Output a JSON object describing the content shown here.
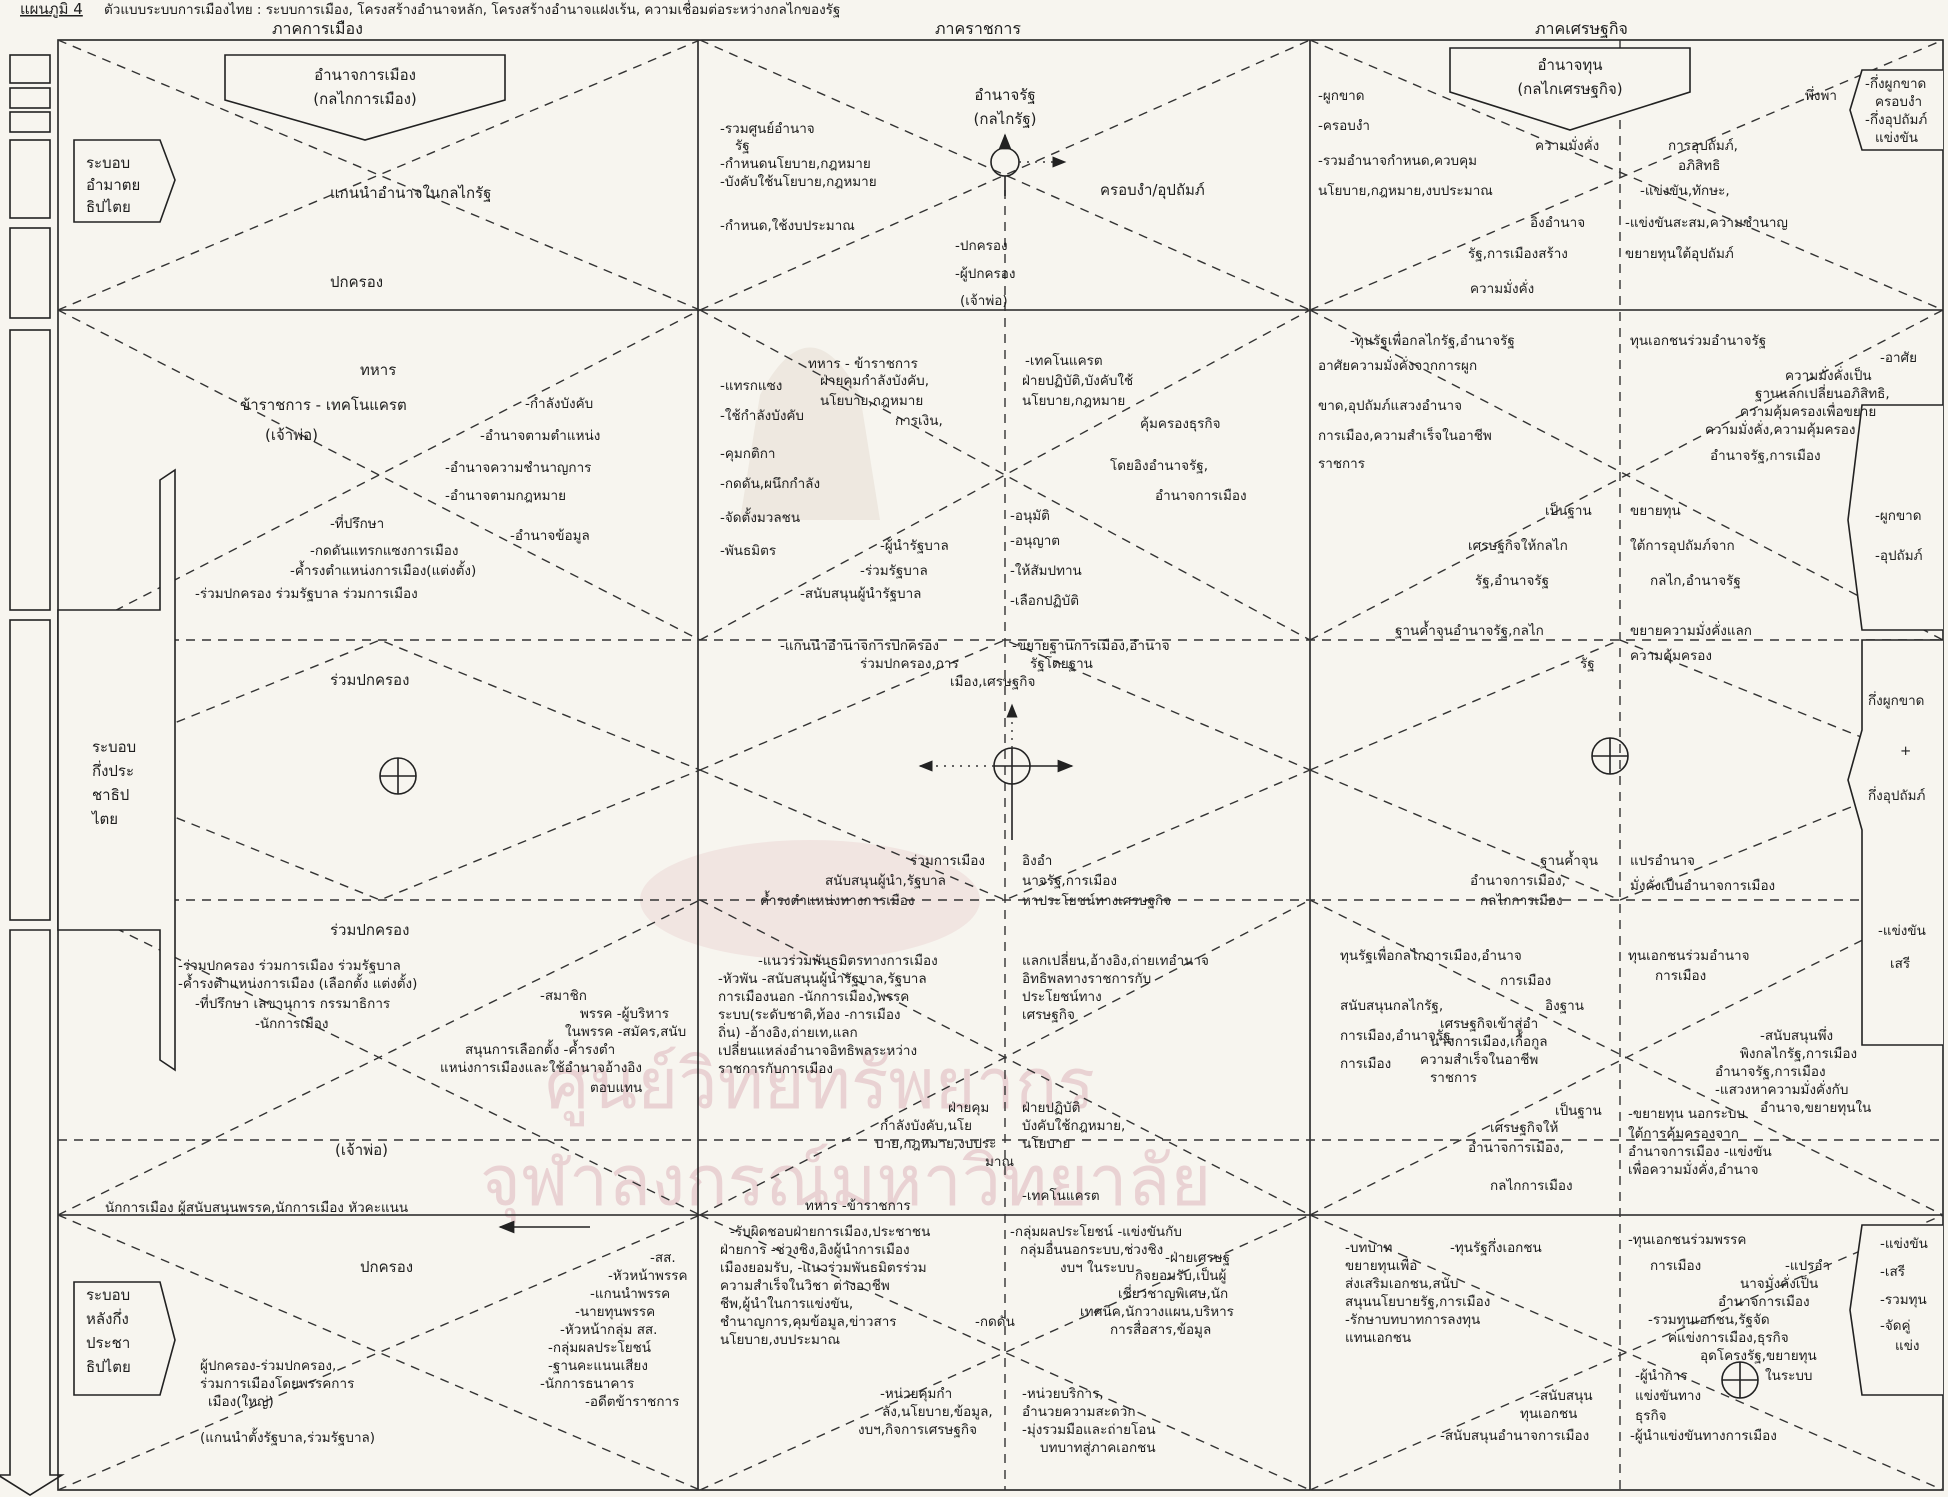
{
  "title_prefix": "แผนภูมิ 4",
  "title_text": "ตัวแบบระบบการเมืองไทย : ระบบการเมือง, โครงสร้างอำนาจหลัก, โครงสร้างอำนาจแฝงเร้น, ความเชื่อมต่อระหว่างกลไกของรัฐ",
  "headers": {
    "politics": "ภาคการเมือง",
    "bureaucracy": "ภาคราชการ",
    "economy": "ภาคเศรษฐกิจ"
  },
  "power_boxes": {
    "political_1": "อำนาจการเมือง",
    "political_2": "(กลไกการเมือง)",
    "state_1": "อำนาจรัฐ",
    "state_2": "(กลไกรัฐ)",
    "capital_1": "อำนาจทุน",
    "capital_2": "(กลไกเศรษฐกิจ)"
  },
  "systems": {
    "authoritarian": [
      "ระบอบ",
      "อำมาตย",
      "ธิปไตย"
    ],
    "semi": [
      "ระบอบ",
      "กึ่งประ",
      "ชาธิป",
      "ไตย"
    ],
    "post": [
      "ระบอบ",
      "หลังกึ่ง",
      "ประชา",
      "ธิปไตย"
    ]
  },
  "r1": {
    "lead": "แกนนำอำนาจในกลไกรัฐ",
    "govern": "ปกครอง",
    "centr": [
      "-รวมศูนย์อำนาจ",
      "รัฐ",
      "-กำหนดนโยบาย,กฎหมาย",
      "-บังคับใช้นโยบาย,กฎหมาย",
      "-กำหนด,ใช้งบประมาณ"
    ],
    "dominate": "ครอบงำ/อุปถัมภ์",
    "ruler": [
      "-ปกครอง",
      "-ผู้ปกครอง",
      "(เจ้าพ่อ)"
    ],
    "econ_left": [
      "-ผูกขาด",
      "-ครอบงำ",
      "-รวมอำนาจกำหนด,ควบคุม",
      "นโยบาย,กฎหมาย,งบประมาณ",
      "อิงอำนาจ",
      "รัฐ,การเมืองสร้าง",
      "ความมั่งคั่ง"
    ],
    "econ_mid": [
      "ความมั่งคั่ง",
      "การอุปถัมภ์,",
      "อภิสิทธิ",
      "-แข่งขัน,ทักษะ,",
      "-แข่งขันสะสม,ความชำนาญ",
      "ขยายทุนใต้อุปถัมภ์"
    ],
    "econ_right": [
      "พึ่งพา",
      "-กึ่งผูกขาด",
      "ครอบงำ",
      "-กึ่งอุปถัมภ์",
      "แข่งขัน"
    ]
  },
  "r2": {
    "left": [
      "ทหาร",
      "ข้าราชการ   -   เทคโนแครต",
      "(เจ้าพ่อ)",
      "-กำลังบังคับ",
      "-อำนาจตามตำแหน่ง",
      "-อำนาจความชำนาญการ",
      "-อำนาจตามกฎหมาย",
      "-ที่ปรึกษา",
      "-อำนาจข้อมูล",
      "-กดดันแทรกแซงการเมือง",
      "-ค้ำรงตำแหน่งการเมือง(แต่งตั้ง)",
      "-ร่วมปกครอง ร่วมรัฐบาล ร่วมการเมือง"
    ],
    "mid_left": [
      "ทหาร - ข้าราชการ",
      "-แทรกแซง",
      "ฝ่ายคุมกำลังบังคับ,",
      "นโยบาย,กฎหมาย",
      "-ใช้กำลังบังคับ",
      "การเงิน,",
      "-คุมกติกา",
      "-กดดัน,ผนึกกำลัง",
      "-จัดตั้งมวลชน",
      "-พันธมิตร",
      "-ผู้นำรัฐบาล",
      "-ร่วมรัฐบาล",
      "-สนับสนุนผู้นำรัฐบาล"
    ],
    "mid_right": [
      "-เทคโนแครต",
      "ฝ่ายปฏิบัติ,บังคับใช้",
      "นโยบาย,กฎหมาย",
      "คุ้มครองธุรกิจ",
      "โดยอิงอำนาจรัฐ,",
      "อำนาจการเมือง",
      "-อนุมัติ",
      "-อนุญาต",
      "-ให้สัมปทาน",
      "-เลือกปฏิบัติ"
    ],
    "econ_left": [
      "-ทุนรัฐเพื่อกลไกรัฐ,อำนาจรัฐ",
      "อาศัยความมั่งคั่งจากการผูก",
      "ขาด,อุปถัมภ์แสวงอำนาจ",
      "การเมือง,ความสำเร็จในอาชีพ",
      "ราชการ",
      "เป็นฐาน",
      "เศรษฐกิจให้กลไก",
      "รัฐ,อำนาจรัฐ"
    ],
    "econ_mid": [
      "ทุนเอกชนร่วมอำนาจรัฐ",
      "ขยายทุน",
      "ใต้การอุปถัมภ์จาก",
      "กลไก,อำนาจรัฐ"
    ],
    "econ_right": [
      "-อาศัย",
      "ความมั่งคั่งเป็น",
      "ฐานแลกเปลี่ยนอภิสิทธิ,",
      "ความคุ้มครองเพื่อขยาย",
      "ความมั่งคั่ง,ความคุ้มครอง",
      "อำนาจรัฐ,การเมือง",
      "-ผูกขาด",
      "-อุปถัมภ์"
    ]
  },
  "r3": {
    "co_govern": "ร่วมปกครอง",
    "mid_top": [
      "-แกนนำอำนาจการปกครอง",
      "ร่วมปกครอง,การ",
      "เมือง,เศรษฐกิจ",
      "-ขยายฐานการเมือง,อำนาจ",
      "รัฐโดยฐาน"
    ],
    "econ_top": [
      "ฐานค้ำจุนอำนาจรัฐ,กลไก",
      "รัฐ",
      "ขยายความมั่งคั่งแลก",
      "ความคุ้มครอง"
    ],
    "semi_monopoly": "กึ่งผูกขาด",
    "plus": "+",
    "semi_patron": "กึ่งอุปถัมภ์",
    "mid_bottom": [
      "ร่วมการเมือง",
      "สนับสนุนผู้นำ,รัฐบาล",
      "ค้ำรงตำแหน่งทางการเมือง",
      "อิงอำ",
      "นาจรัฐ,การเมือง",
      "หาประโยชน์ทางเศรษฐกิจ"
    ],
    "econ_bottom": [
      "ฐานค้ำจุน",
      "อำนาจการเมือง,",
      "กลไกการเมือง",
      "แปรอำนาจ",
      "มั่งคั่งเป็นอำนาจการเมือง"
    ]
  },
  "r4": {
    "co_govern": "ร่วมปกครอง",
    "left": [
      "-ร่วมปกครอง  ร่วมการเมือง  ร่วมรัฐบาล",
      "-ค้ำรงตำแหน่งการเมือง (เลือกตั้ง แต่งตั้ง)",
      "-ที่ปรึกษา เลขานุการ กรรมาธิการ",
      "-นักการเมือง",
      "-สมาชิก",
      "พรรค -ผู้บริหาร",
      "ในพรรค -สมัคร,สนับ",
      "สนุนการเลือกตั้ง -ค้ำรงตำ",
      "แหน่งการเมืองและใช้อำนาจอ้างอิง",
      "ตอบแทน",
      "(เจ้าพ่อ)"
    ],
    "mid_left": [
      "-แนวร่วมพันธมิตรทางการเมือง",
      "-หัวพัน  -สนับสนุนผู้นำรัฐบาล,รัฐบาล",
      "การเมืองนอก  -นักการเมือง,พรรค",
      "ระบบ(ระดับชาติ,ท้อง  -การเมือง",
      "ถิ่น) -อ้างอิง,ถ่ายเท,แลก",
      "เปลี่ยนแหล่งอำนาจอิทธิพลระหว่าง",
      "ราชการกับการเมือง",
      "ฝ่ายคุม",
      "กำลังบังคับ,นโย",
      "บาย,กฎหมาย,งบประ",
      "มาณ"
    ],
    "mid_right": [
      "แลกเปลี่ยน,อ้างอิง,ถ่ายเทอำนาจ",
      "อิทธิพลทางราชการกับ",
      "ประโยชน์ทาง",
      "เศรษฐกิจ",
      "ฝ่ายปฏิบัติ",
      "บังคับใช้กฎหมาย,",
      "นโยบาย",
      "-เทคโนแครต"
    ],
    "econ_left": [
      "ทุนรัฐเพื่อกลไกการเมือง,อำนาจ",
      "การเมือง",
      "อิงฐาน",
      "เศรษฐกิจเข้าสู่อำ",
      "นาจการเมือง,เกื้อกูล",
      "ความสำเร็จในอาชีพ",
      "ราชการ",
      "สนับสนุนกลไกรัฐ,",
      "การเมือง,อำนาจรัฐ,",
      "การเมือง",
      "เป็นฐาน",
      "เศรษฐกิจให้",
      "อำนาจการเมือง,",
      "กลไกการเมือง"
    ],
    "econ_mid": [
      "ทุนเอกชนร่วมอำนาจ",
      "การเมือง",
      "-สนับสนุนพึ่ง",
      "พิงกลไกรัฐ,การเมือง",
      "อำนาจรัฐ,การเมือง",
      "-แสวงหาความมั่งคั่งกับ",
      "อำนาจ,ขยายทุนใน",
      "-ขยายทุน  นอกระบบ",
      "ใต้การคุ้มครองจาก",
      "อำนาจการเมือง -แข่งขัน",
      "เพื่อความมั่งคั่ง,อำนาจ"
    ],
    "econ_right": [
      "-แข่งขัน",
      "เสรี"
    ],
    "bottom_line": "นักการเมือง   ผู้สนับสนุนพรรค,นักการเมือง หัวคะแนน"
  },
  "r5": {
    "govern": "ปกครอง",
    "left": [
      "-สส.",
      "-หัวหน้าพรรค",
      "-แกนนำพรรค",
      "-นายทุนพรรค",
      "-หัวหน้ากลุ่ม สส.",
      "-กลุ่มผลประโยชน์",
      "-ฐานคะแนนเสียง",
      "-นักการธนาคาร",
      "-อดีตข้าราชการ",
      "ผู้ปกครอง-ร่วมปกครอง,",
      "ร่วมการเมืองโดยพรรคการ",
      "เมือง(ใหญ่)",
      "(แกนนำตั้งรัฐบาล,ร่วมรัฐบาล)"
    ],
    "mid_left": [
      "ทหาร  -ข้าราชการ",
      "-รับผิดชอบฝ่ายการเมือง,ประชาชน",
      "ฝ่ายการ -ช่วงชิง,อิงผู้นำการเมือง",
      "เมืองยอมรับ, -แนวร่วมพันธมิตรร่วม",
      "ความสำเร็จในวิชา  ต่างอาชีพ",
      "ชีพ,ผู้นำในการแข่งขัน,",
      "ชำนาญการ,คุมข้อมูล,ข่าวสาร",
      "นโยบาย,งบประมาณ",
      "-หน่วยคุมกำ",
      "ลัง,นโยบาย,ข้อมูล,",
      "งบฯ,กิจการเศรษฐกิจ",
      "-กดดัน"
    ],
    "mid_right": [
      "-กลุ่มผลประโยชน์ -แข่งขันกับ",
      "กลุ่มอื่นนอกระบบ,ช่วงชิง",
      "งบฯ ในระบบ",
      "-ฝ่ายเศรษฐ",
      "กิจยอมรับ,เป็นผู้",
      "เชี่ยวชาญพิเศษ,นัก",
      "เทคนิค,นักวางแผน,บริหาร",
      "การสื่อสาร,ข้อมูล",
      "-หน่วยบริการ,",
      "อำนวยความสะดวก",
      "-มุ่งรวมมือและถ่ายโอน",
      "บทบาทสู่ภาคเอกชน"
    ],
    "econ_left": [
      "-บทบาท",
      "-ทุนรัฐกึ่งเอกชน",
      "ขยายทุนเพื่อ",
      "ส่งเสริมเอกชน,สนับ",
      "สนุนนโยบายรัฐ,การเมือง",
      "-รักษาบทบาทการลงทุน",
      "แทนเอกชน",
      "-สนับสนุน",
      "ทุนเอกชน",
      "-สนับสนุนอำนาจการเมือง"
    ],
    "econ_mid": [
      "-ทุนเอกชนร่วมพรรค",
      "การเมือง",
      "-แปรอำ",
      "นาจมั่งคั่งเป็น",
      "อำนาจการเมือง",
      "-รวมทุนเอกชน,รัฐจัด",
      "ค่แข่งการเมือง,ธุรกิจ",
      "อุดโครงรัฐ,ขยายทุน",
      "ในระบบ",
      "-ผู้นำการ",
      "แข่งขันทาง",
      "ธุรกิจ",
      "-ผู้นำแข่งขันทางการเมือง"
    ],
    "econ_right": [
      "-แข่งขัน",
      "-เสรี",
      "-รวมทุน",
      "-จัดคู่",
      "แข่ง"
    ]
  },
  "watermark": [
    "ศูนย์วิทยทรัพยากร",
    "จุฬาลงกรณ์มหาวิทยาลัย"
  ]
}
